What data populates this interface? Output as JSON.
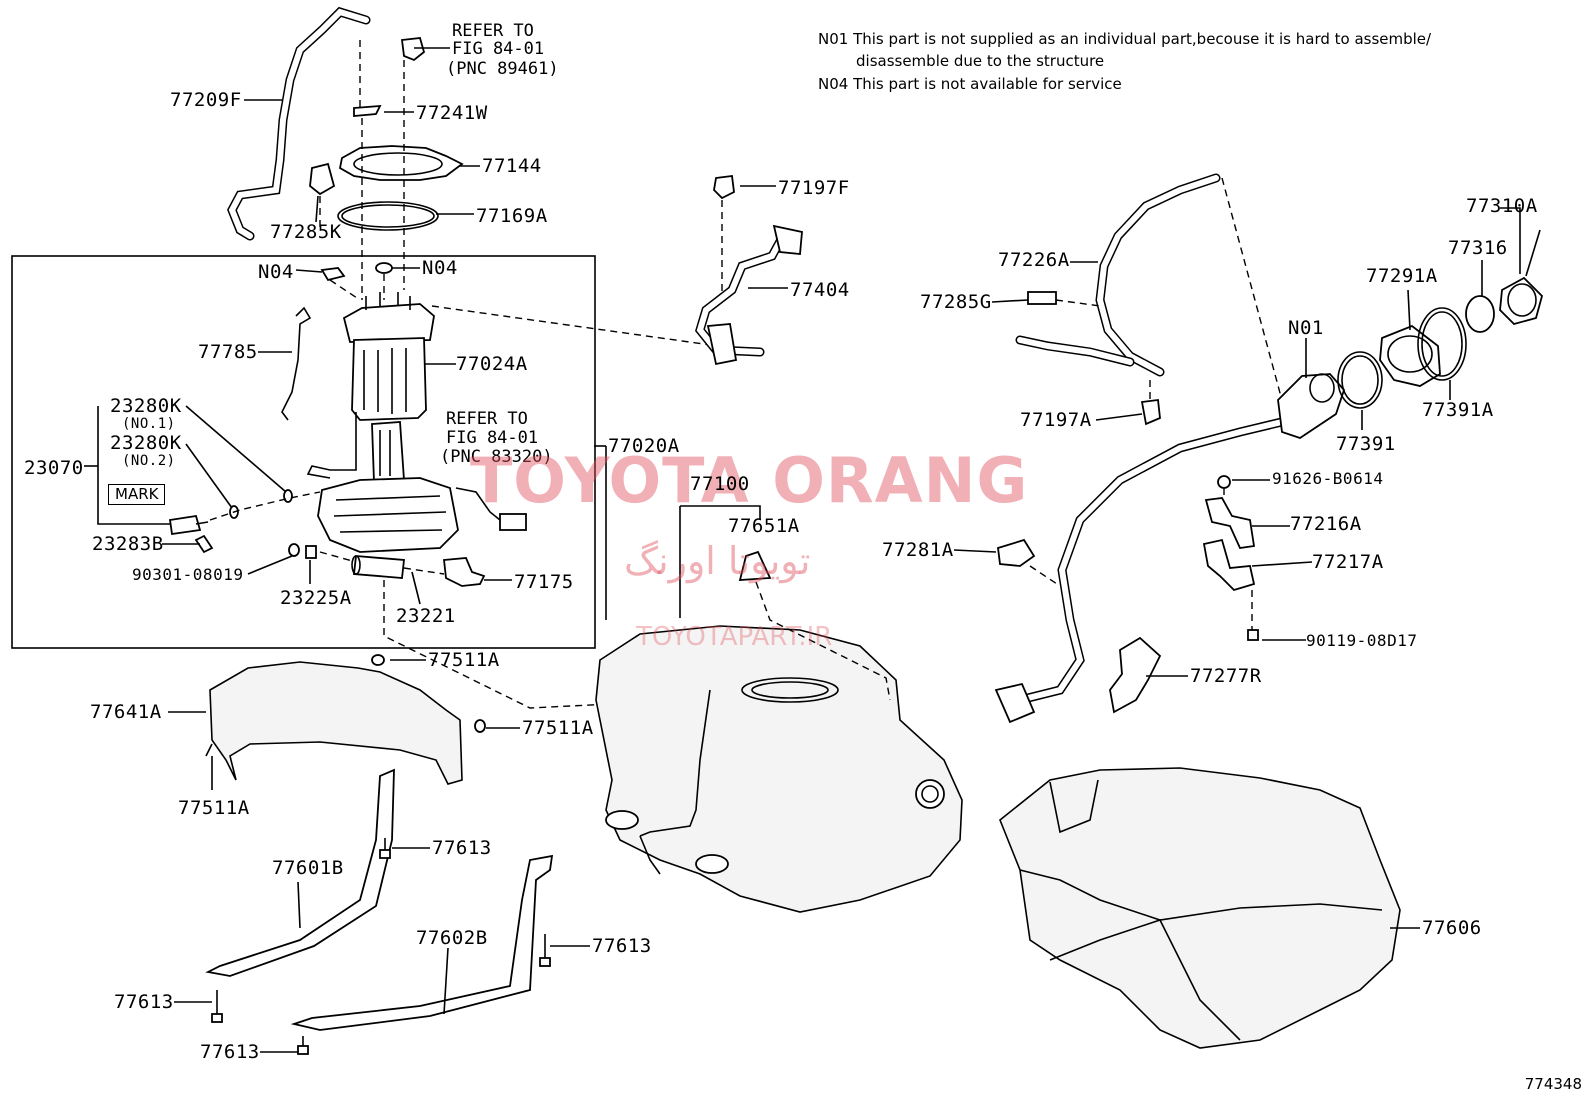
{
  "notes": {
    "n01_code": "N01",
    "n01_text_line1": "This part is not supplied as an individual part,becouse it is hard to assemble/",
    "n01_text_line2": "disassemble due to the structure",
    "n04_code": "N04",
    "n04_text": "This part is not available for service"
  },
  "references": {
    "ref1_line1": "REFER TO",
    "ref1_line2": "FIG 84-01",
    "ref1_line3": "(PNC 89461)",
    "ref2_line1": "REFER TO",
    "ref2_line2": "FIG 84-01",
    "ref2_line3": "(PNC 83320)"
  },
  "mark_label": "MARK",
  "watermark": {
    "latin": "TOYOTA ORANG",
    "persian": "تویوتا اورنگ",
    "site": "TOYOTAPART.IR"
  },
  "figure_number": "774348",
  "parts": {
    "p77209F": "77209F",
    "p77241W": "77241W",
    "p77144": "77144",
    "p77169A": "77169A",
    "p77285K": "77285K",
    "p_n04_a": "N04",
    "p_n04_b": "N04",
    "p77785": "77785",
    "p77024A": "77024A",
    "p23280K_1": "23280K",
    "p23280K_1_sub": "(NO.1)",
    "p23280K_2": "23280K",
    "p23280K_2_sub": "(NO.2)",
    "p23070": "23070",
    "p23283B": "23283B",
    "p90301": "90301-08019",
    "p23225A": "23225A",
    "p23221": "23221",
    "p77175": "77175",
    "p77020A": "77020A",
    "p77197F": "77197F",
    "p77404": "77404",
    "p77100": "77100",
    "p77651A": "77651A",
    "p77511A_a": "77511A",
    "p77511A_b": "77511A",
    "p77511A_c": "77511A",
    "p77641A": "77641A",
    "p77613_a": "77613",
    "p77613_b": "77613",
    "p77613_c": "77613",
    "p77613_d": "77613",
    "p77601B": "77601B",
    "p77602B": "77602B",
    "p77226A": "77226A",
    "p77285G": "77285G",
    "p77197A": "77197A",
    "p77310A": "77310A",
    "p77316": "77316",
    "p77291A": "77291A",
    "p_n01": "N01",
    "p77391": "77391",
    "p77391A": "77391A",
    "p91626": "91626-B0614",
    "p77216A": "77216A",
    "p77217A": "77217A",
    "p77281A": "77281A",
    "p90119": "90119-08D17",
    "p77277R": "77277R",
    "p77606": "77606"
  }
}
